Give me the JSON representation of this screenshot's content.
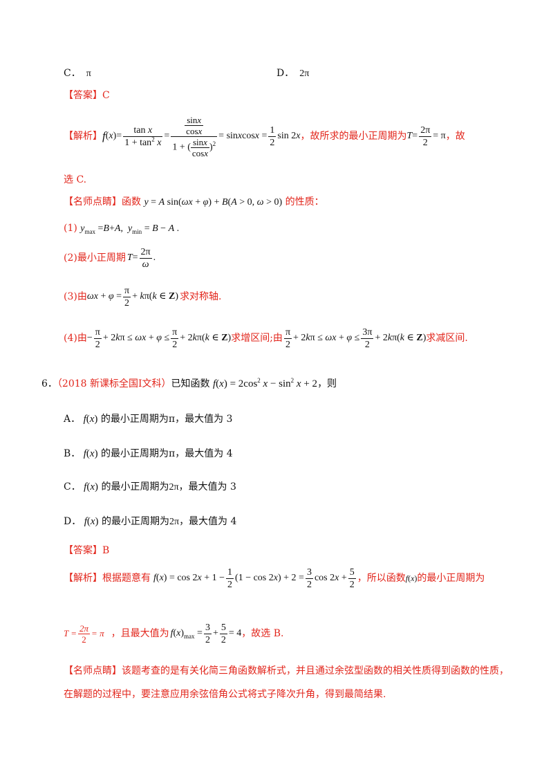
{
  "options_prev": {
    "c_label": "C．",
    "c_value": "π",
    "d_label": "D．",
    "d_value": "2π"
  },
  "answer1": {
    "label": "【答案】",
    "value": "C"
  },
  "analysis1": {
    "label": "【解析】",
    "conclusion": "，故所求的最小正周期为",
    "tail": "，故",
    "line2": "选 C."
  },
  "tip1": {
    "label": "【名师点睛】",
    "intro": "函数",
    "intro_tail": "的性质：",
    "item1_num": "(1)",
    "item2_num": "(2)",
    "item2_text": "最小正周期",
    "item3_num": "(3)",
    "item3_pre": "由",
    "item3_post": "求对称轴.",
    "item4_num": "(4)",
    "item4_pre": "由",
    "item4_mid": "求增区间;由",
    "item4_post": "求减区间."
  },
  "question6": {
    "number": "6．",
    "source": "（2018 新课标全国Ⅰ文科）",
    "stem": "已知函数",
    "stem_tail": "，则",
    "options": [
      {
        "label": "A．",
        "text": "的最小正周期为π，最大值为 3"
      },
      {
        "label": "B．",
        "text": "的最小正周期为π，最大值为 4"
      },
      {
        "label": "C．",
        "text_a": "的最小正周期为",
        "text_b": "，最大值为 3"
      },
      {
        "label": "D．",
        "text_a": "的最小正周期为",
        "text_b": "，最大值为 4"
      }
    ]
  },
  "answer2": {
    "label": "【答案】",
    "value": "B"
  },
  "analysis2": {
    "label": "【解析】",
    "intro": "根据题意有",
    "mid": "，所以函数",
    "tail": "的最小正周期为",
    "line2_mid": "，且最大值为",
    "line2_tail": "，故选 B."
  },
  "tip2": {
    "label": "【名师点睛】",
    "line1": "该题考查的是有关化简三角函数解析式，并且通过余弦型函数的相关性质得到函数的性质，",
    "line2": "在解题的过程中，要注意应用余弦倍角公式将式子降次升角，得到最简结果."
  }
}
